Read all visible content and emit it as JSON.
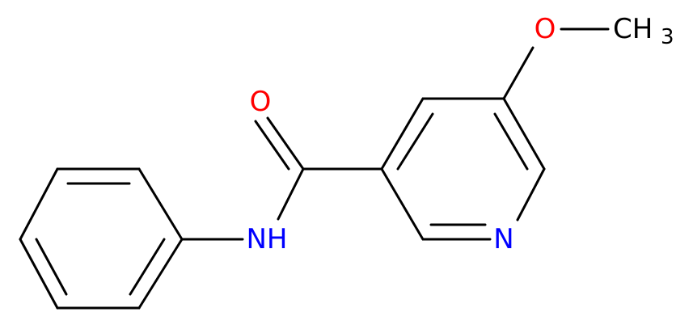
{
  "molecule": {
    "atoms": {
      "oxygen_carbonyl": {
        "symbol": "O",
        "color": "#ff0000"
      },
      "nitrogen_amide": {
        "symbol": "NH",
        "color": "#0000ff"
      },
      "nitrogen_ring": {
        "symbol": "N",
        "color": "#0000ff"
      },
      "oxygen_methoxy": {
        "symbol": "O",
        "color": "#ff0000"
      },
      "methyl": {
        "symbol": "CH",
        "subscript": "3",
        "color": "#000000"
      }
    },
    "bond_color": "#000000"
  }
}
